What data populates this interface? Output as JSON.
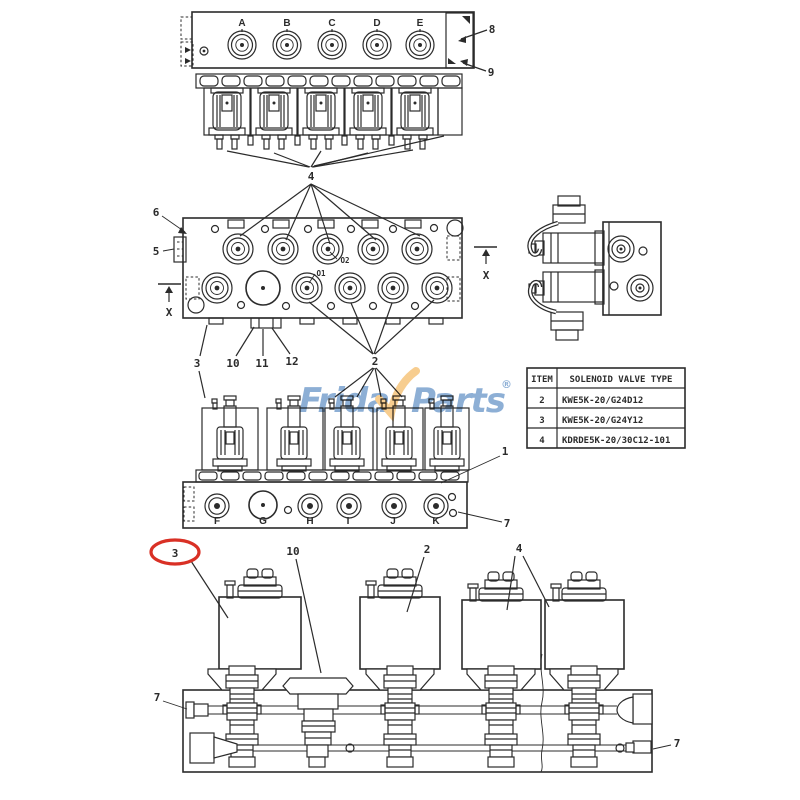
{
  "colors": {
    "ink": "#2b2b2b",
    "brand_blue": "#2e6cb3",
    "brand_yellow": "#f0a433",
    "highlight_red": "#d93025"
  },
  "ports_top": [
    "A",
    "B",
    "C",
    "D",
    "E"
  ],
  "ports_bottom": [
    "F",
    "G",
    "H",
    "I",
    "J",
    "K"
  ],
  "callouts": {
    "c8": "8",
    "c9": "9",
    "c4_top": "4",
    "c6": "6",
    "c5": "5",
    "x_left": "X",
    "x_right": "X",
    "o2": "O2",
    "o1": "O1",
    "c3_mid": "3",
    "c10_mid": "10",
    "c11": "11",
    "c12": "12",
    "c2_mid": "2",
    "c1": "1",
    "c7_mid": "7",
    "c3_bottom": "3",
    "c10_bottom": "10",
    "c2_bottom": "2",
    "c4_bottom": "4",
    "c7_bottom_left": "7",
    "c7_bottom_right": "7"
  },
  "parts_table": {
    "headers": [
      "ITEM",
      "SOLENOID VALVE TYPE"
    ],
    "rows": [
      {
        "item": "2",
        "type": "KWE5K-20/G24D12"
      },
      {
        "item": "3",
        "type": "KWE5K-20/G24Y12"
      },
      {
        "item": "4",
        "type": "KDRDE5K-20/30C12-101"
      }
    ]
  },
  "watermark": {
    "part1": "Frida",
    "part2": "Parts",
    "registered": "®"
  }
}
